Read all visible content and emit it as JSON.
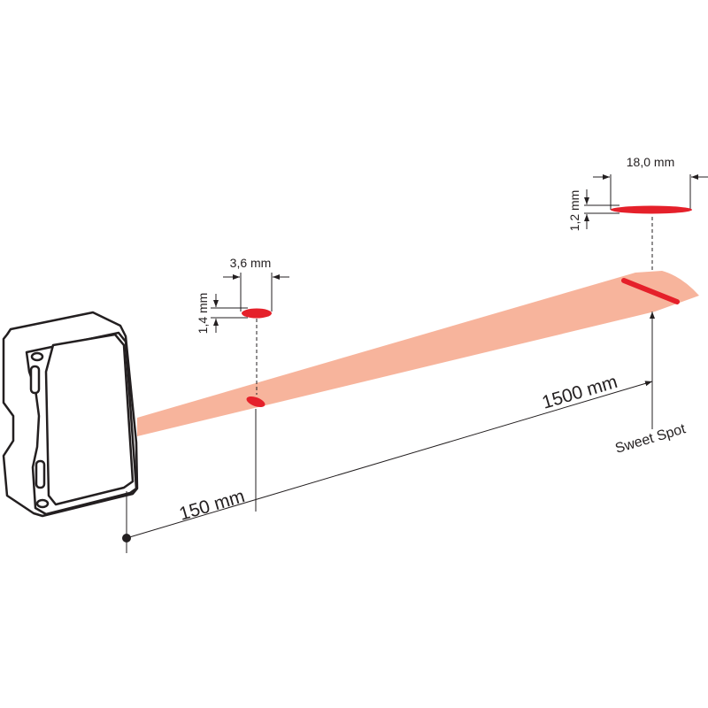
{
  "labels": {
    "near_width": "3,6 mm",
    "near_height": "1,4 mm",
    "far_width": "18,0 mm",
    "far_height": "1,2 mm",
    "near_distance": "150 mm",
    "far_distance": "1500 mm",
    "sweet_spot": "Sweet Spot"
  },
  "colors": {
    "beam": "#f7b49c",
    "spot": "#e5202a",
    "line": "#231f20"
  }
}
